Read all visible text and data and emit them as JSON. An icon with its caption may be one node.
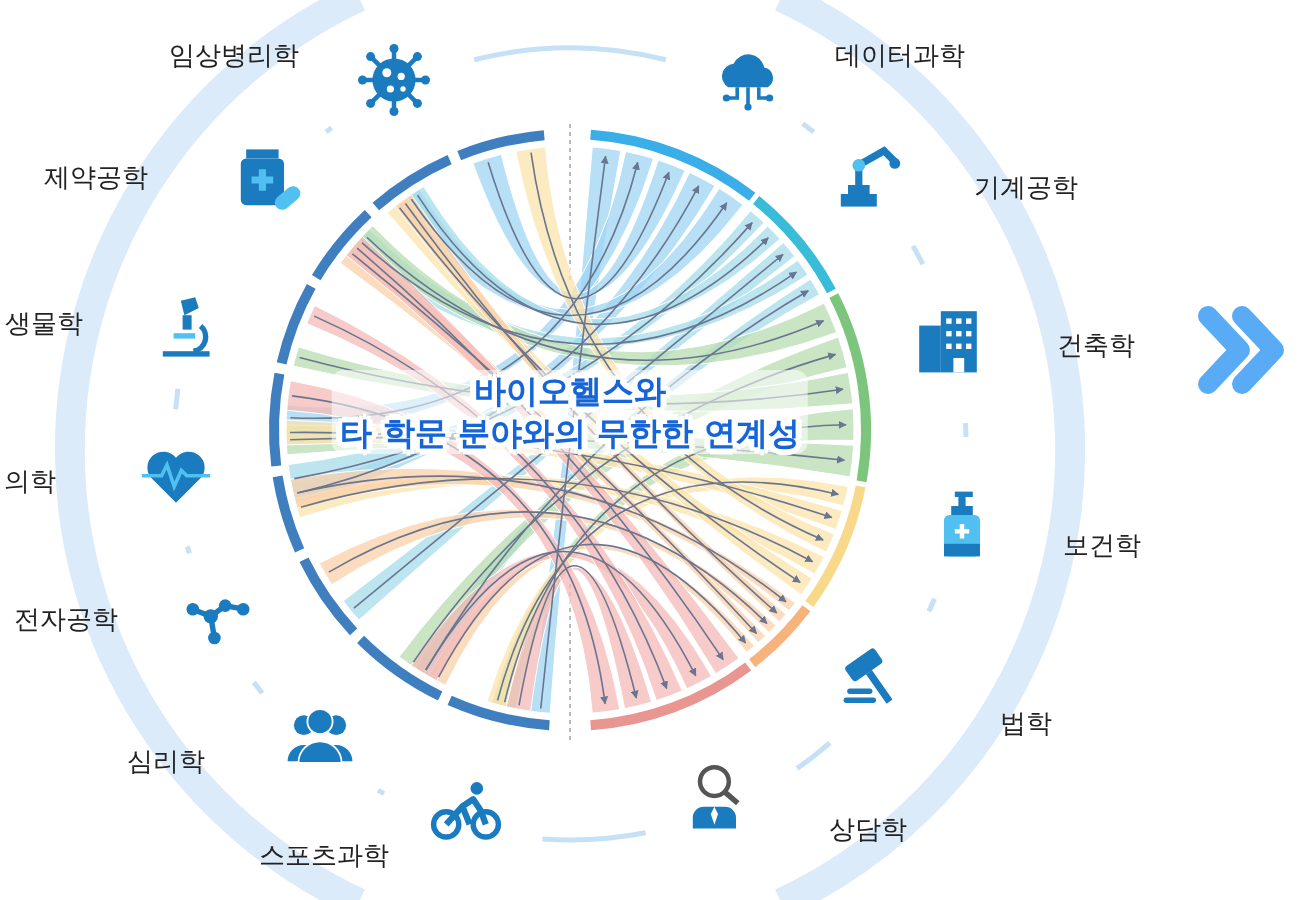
{
  "diagram": {
    "title": "바이오헬스와 타 학문 분야와의 무한한 연계성",
    "labels": [
      "데이터과학",
      "기계공학",
      "건축학",
      "보건학",
      "법학",
      "상담학",
      "스포츠과학",
      "심리학",
      "전자공학",
      "의학",
      "생물학",
      "제약공학",
      "임상병리학"
    ]
  }
}
